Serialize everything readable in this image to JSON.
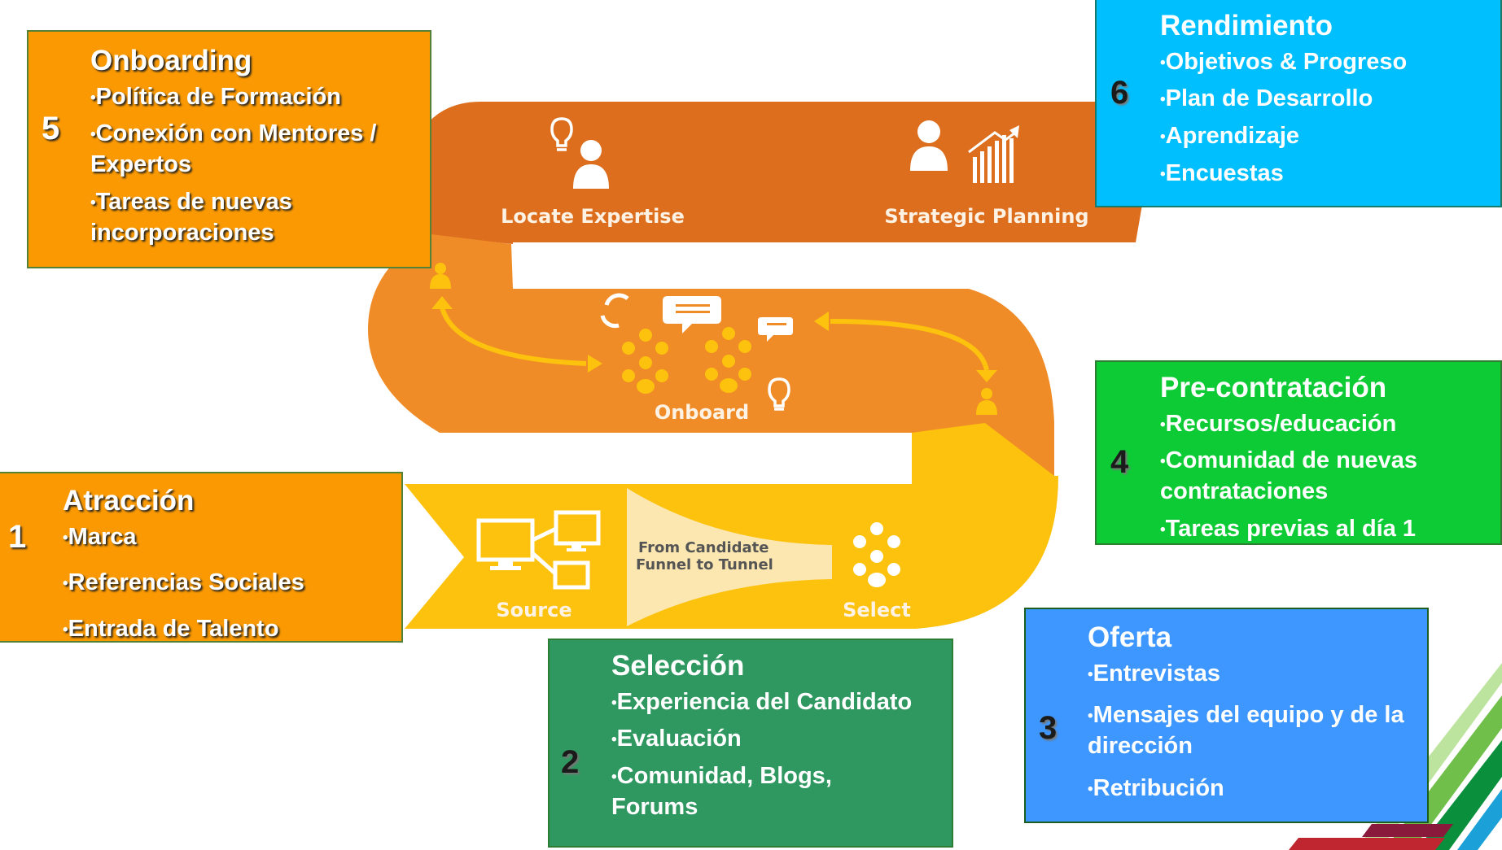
{
  "stages": {
    "locate_expertise": "Locate Expertise",
    "strategic_planning": "Strategic Planning",
    "onboard": "Onboard",
    "source": "Source",
    "select": "Select",
    "funnel_line1": "From Candidate",
    "funnel_line2": "Funnel to Tunnel"
  },
  "colors": {
    "path_top": "#dc6e1e",
    "path_middle": "#f08c27",
    "path_bottom": "#fcc20d",
    "funnel": "#fce7b0",
    "box_orange": "#fa9902",
    "box_cyan": "#00bfff",
    "box_bright_green": "#0dcb35",
    "box_dark_green": "#2e9860",
    "box_blue": "#3d97ff"
  },
  "boxes": {
    "atraccion": {
      "number": "1",
      "title": "Atracción",
      "items": [
        "Marca",
        "Referencias Sociales",
        "Entrada de Talento"
      ]
    },
    "seleccion": {
      "number": "2",
      "title": "Selección",
      "items": [
        "Experiencia del Candidato",
        "Evaluación",
        "Comunidad, Blogs, Forums"
      ]
    },
    "oferta": {
      "number": "3",
      "title": "Oferta",
      "items": [
        "Entrevistas",
        "Mensajes del equipo y de la dirección",
        "Retribución"
      ]
    },
    "precontratacion": {
      "number": "4",
      "title": "Pre-contratación",
      "items": [
        "Recursos/educación",
        "Comunidad de nuevas contrataciones",
        "Tareas previas al día 1"
      ]
    },
    "onboarding": {
      "number": "5",
      "title": "Onboarding",
      "items": [
        "Política de Formación",
        "Conexión con Mentores / Expertos",
        "Tareas de nuevas incorporaciones"
      ]
    },
    "rendimiento": {
      "number": "6",
      "title": "Rendimiento",
      "items": [
        "Objetivos & Progreso",
        "Plan de Desarrollo",
        "Aprendizaje",
        "Encuestas"
      ]
    }
  }
}
